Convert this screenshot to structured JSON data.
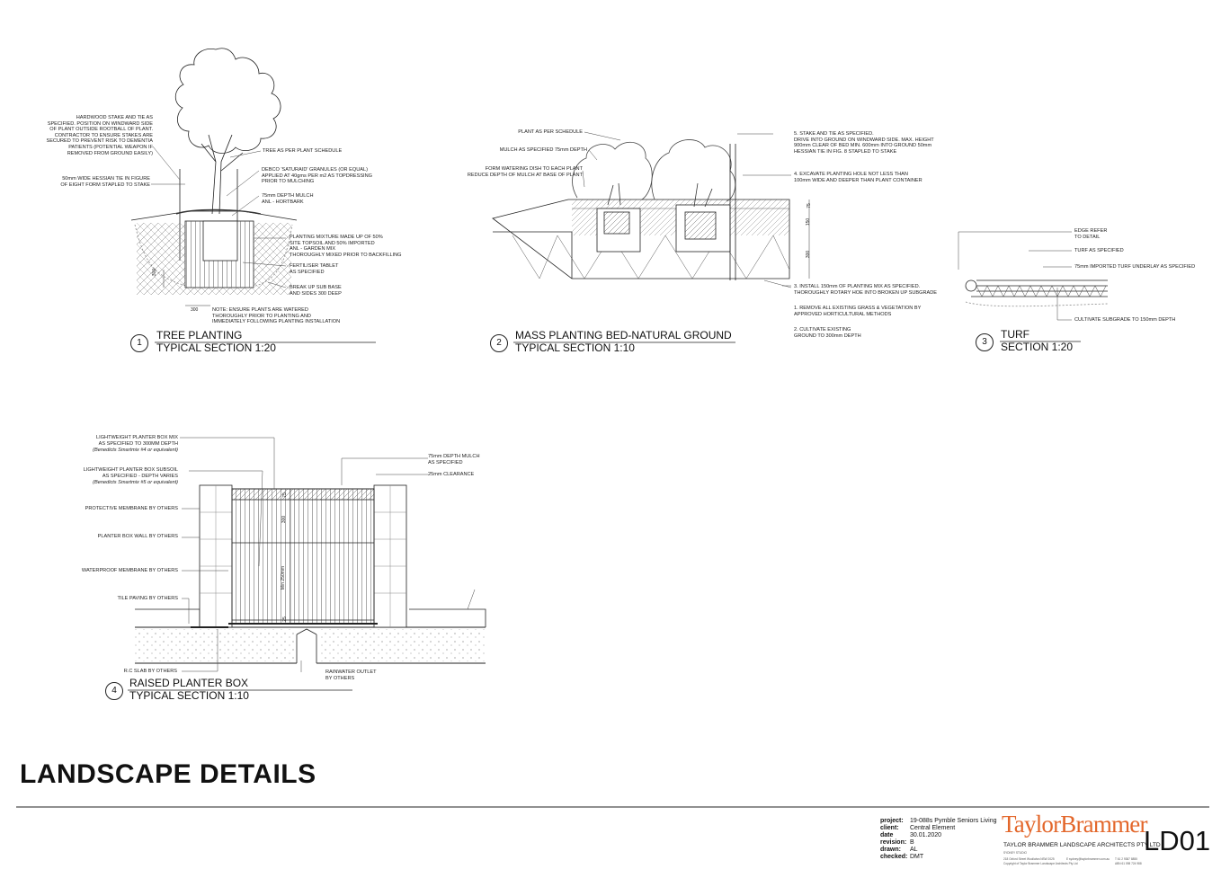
{
  "details": {
    "tree": {
      "number": "1",
      "title": "TREE PLANTING",
      "subtitle": "TYPICAL SECTION 1:20",
      "notes_left": [
        "HARDWOOD STAKE AND TIE AS\nSPECIFIED. POSITION ON WINDWARD SIDE\nOF PLANT OUTSIDE ROOTBALL OF PLANT.\nCONTRACTOR TO ENSURE STAKES ARE\nSECURED TO PREVENT RISK TO DEMENTIA\nPATIENTS (POTENTIAL WEAPON IF\nREMOVED FROM GROUND EASILY)",
        "50mm WIDE HESSIAN TIE IN FIGURE\nOF EIGHT FORM STAPLED TO STAKE"
      ],
      "notes_right": [
        "TREE AS PER PLANT SCHEDULE",
        "DEBCO 'SATURAID' GRANULES (OR EQUAL)\nAPPLIED AT 40gms PER m2 AS TOPDRESSING\nPRIOR TO MULCHING",
        "75mm DEPTH MULCH\nANL - HORTBARK",
        "PLANTING MIXTURE MADE UP OF 50%\nSITE TOPSOIL AND 50% IMPORTED\nANL - GARDEN MIX\nTHOROUGHLY MIXED PRIOR TO BACKFILLING",
        "FERTILISER TABLET\nAS SPECIFIED",
        "BREAK UP SUB BASE\nAND SIDES 300 DEEP",
        "NOTE: ENSURE PLANTS ARE WATERED\nTHOROUGHLY PRIOR TO PLANTING AND\nIMMEDIATELY FOLLOWING PLANTING INSTALLATION"
      ],
      "dims": [
        "300",
        "300"
      ]
    },
    "mass": {
      "number": "2",
      "title": "MASS PLANTING BED-NATURAL GROUND",
      "subtitle": "TYPICAL SECTION 1:10",
      "notes_left": [
        "PLANT AS PER SCHEDULE",
        "MULCH AS SPECIFIED 75mm DEPTH",
        "FORM WATERING DISH TO EACH PLANT\nREDUCE DEPTH OF MULCH AT BASE OF PLANT"
      ],
      "notes_right": [
        "5. STAKE AND TIE AS SPECIFIED.\nDRIVE INTO GROUND ON WINDWARD SIDE. MAX. HEIGHT\n900mm CLEAR OF BED MIN. 600mm INTO GROUND 50mm\nHESSIAN TIE IN FIG. 8 STAPLED TO STAKE",
        "4. EXCAVATE PLANTING HOLE NOT LESS THAN\n100mm WIDE AND DEEPER THAN PLANT CONTAINER",
        "3. INSTALL 150mm OF PLANTING MIX AS SPECIFIED.\nTHOROUGHLY ROTARY HOE INTO BROKEN UP SUBGRADE",
        "1. REMOVE ALL EXISTING GRASS & VEGETATION BY\nAPPROVED HORTICULTURAL METHODS",
        "2. CULTIVATE EXISTING\nGROUND TO 300mm DEPTH"
      ],
      "dims": [
        "75",
        "150",
        "300"
      ]
    },
    "turf": {
      "number": "3",
      "title": "TURF",
      "subtitle": "SECTION 1:20",
      "notes": [
        "EDGE REFER\nTO DETAIL",
        "TURF AS SPECIFIED",
        "75mm IMPORTED TURF UNDERLAY AS SPECIFIED",
        "CULTIVATE SUBGRADE TO 150mm DEPTH"
      ]
    },
    "planter": {
      "number": "4",
      "title": "RAISED PLANTER BOX",
      "subtitle": "TYPICAL SECTION 1:10",
      "notes_left": [
        "LIGHTWEIGHT PLANTER BOX MIX\nAS SPECIFIED TO 300MM DEPTH",
        "(Benedicts Smartmix #4 or equivalent)",
        "LIGHTWEIGHT PLANTER BOX SUBSOIL\nAS SPECIFIED - DEPTH VARIES",
        "(Benedicts Smartmix #5 or equivalent)",
        "PROTECTIVE MEMBRANE BY OTHERS",
        "PLANTER BOX WALL BY OTHERS",
        "WATERPROOF MEMBRANE BY OTHERS",
        "TILE PAVING BY OTHERS",
        "R.C SLAB BY OTHERS"
      ],
      "notes_right": [
        "75mm DEPTH MULCH\nAS SPECIFIED",
        "25mm CLEARANCE",
        "RAINWATER OUTLET\nBY OTHERS"
      ],
      "dims": [
        "75",
        "300",
        "Min 250mm",
        "25"
      ]
    }
  },
  "sheet_title": "LANDSCAPE DETAILS",
  "title_block": {
    "rows": [
      {
        "key": "project:",
        "value": "19-088s Pymble Seniors Living"
      },
      {
        "key": "client:",
        "value": "Central Element"
      },
      {
        "key": "date",
        "value": "30.01.2020"
      },
      {
        "key": "revision:",
        "value": "B"
      },
      {
        "key": "drawn:",
        "value": "AL"
      },
      {
        "key": "checked:",
        "value": "DMT"
      }
    ],
    "logo": "TaylorBrammer",
    "firm": "TAYLOR BRAMMER LANDSCAPE ARCHITECTS PTY LTD",
    "studio": "SYDNEY STUDIO",
    "address": "218 Oxford Street Woollahra NSW 2025",
    "email": "E sydney@taylorbrammer.com.au",
    "phone": "T 61 2 9387 8855",
    "copyright": "Copyright of Taylor Brammer Landscape Architects Pty Ltd",
    "abn": "ABN 61 098 724 988",
    "drawing_number": "LD01"
  },
  "colors": {
    "logo": "#e3672b",
    "ink": "#111111"
  }
}
